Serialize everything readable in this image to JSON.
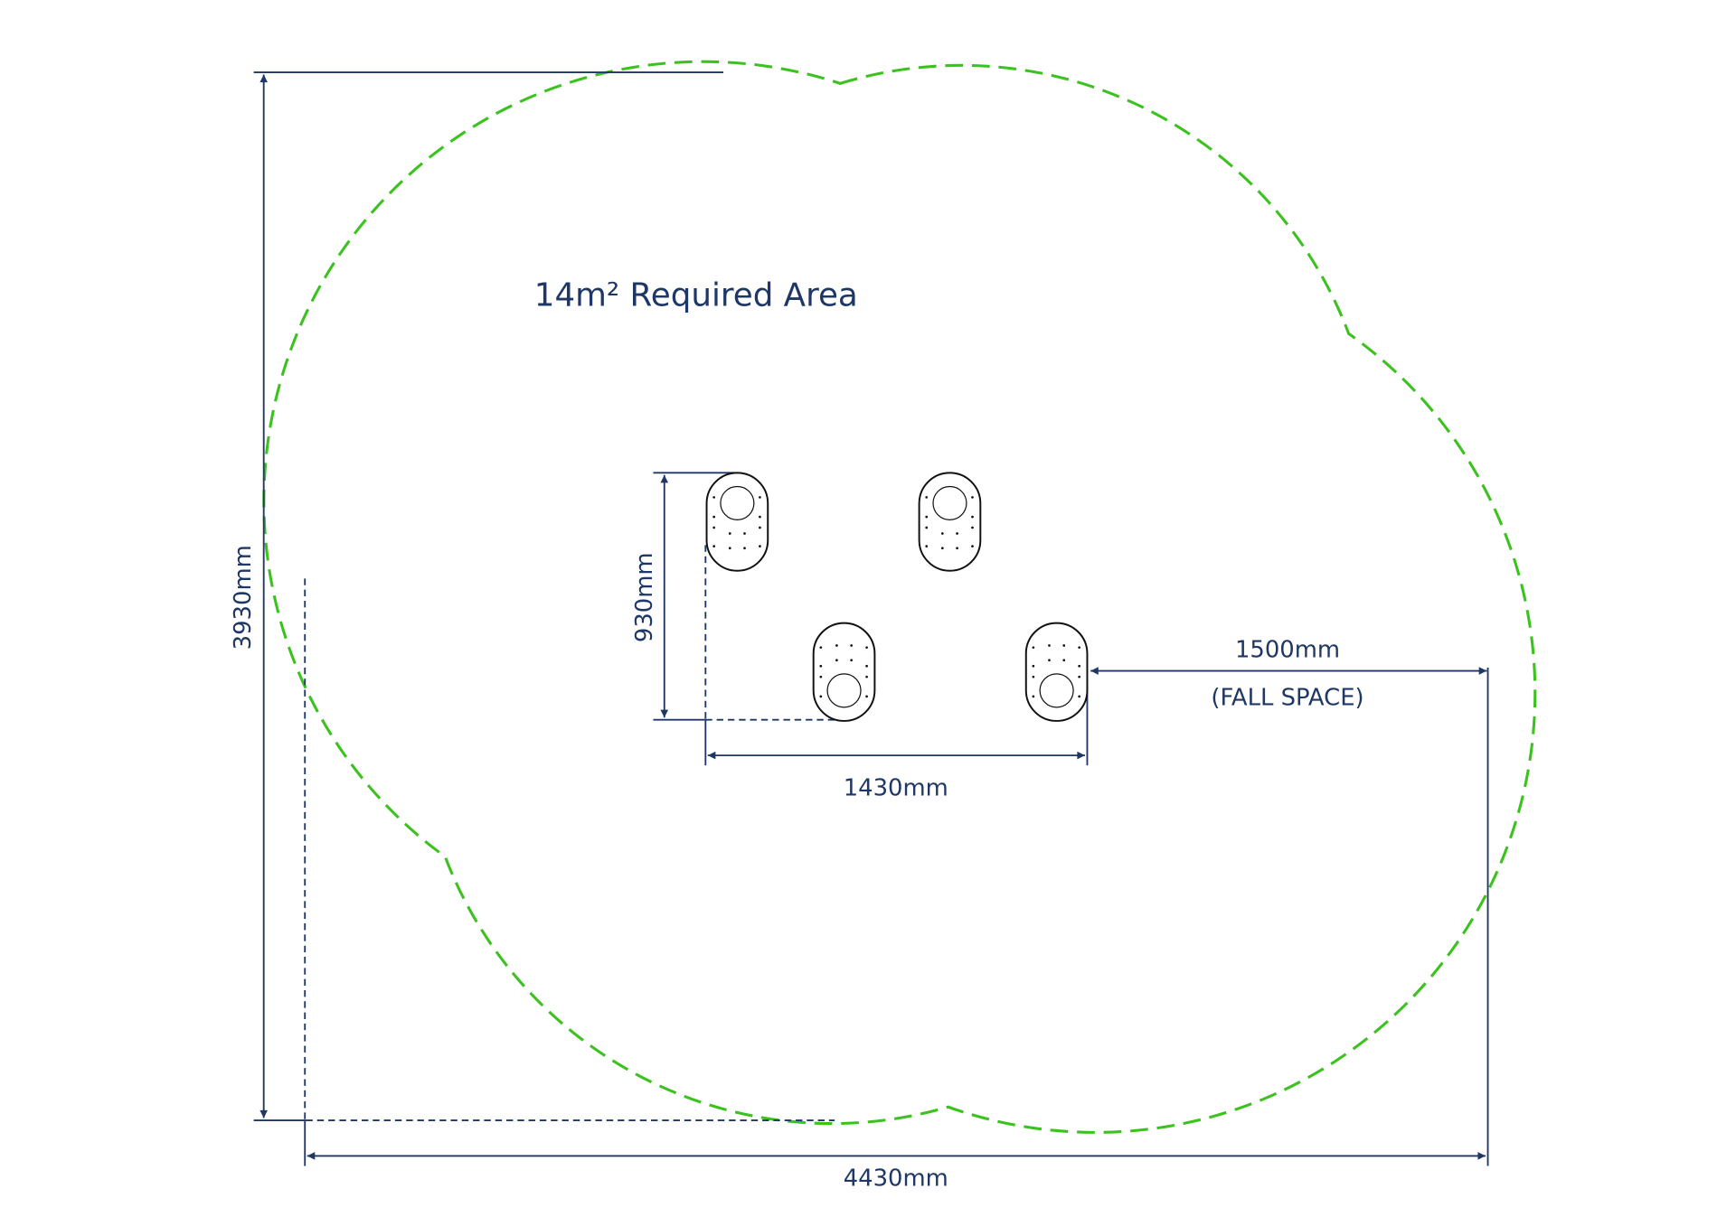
{
  "title": "14m² Required Area",
  "dimensions": {
    "overall_height": "3930mm",
    "overall_width": "4430mm",
    "stone_depth": "930mm",
    "stone_span": "1430mm",
    "fall_space_value": "1500mm",
    "fall_space_label": "(FALL SPACE)"
  },
  "colors": {
    "dimension": "#1e3766",
    "boundary": "#3cc21f",
    "stone": "#111111"
  },
  "stones_count": 4
}
